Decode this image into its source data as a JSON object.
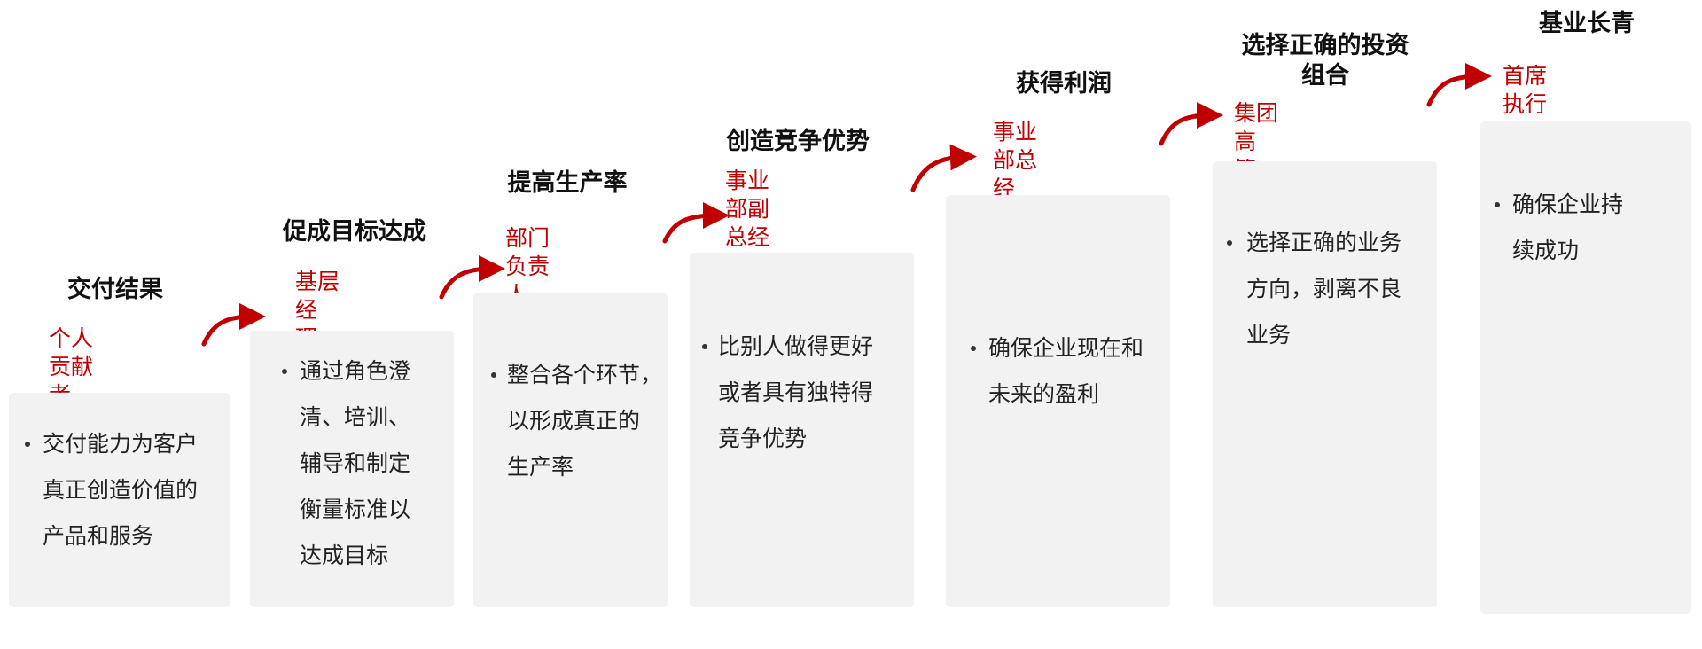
{
  "stages": [
    {
      "title": "交付结果",
      "role": "个人贡献者，\n管理自我",
      "description": "交付能力为客户\n真正创造价值的\n产品和服务"
    },
    {
      "title": "促成目标达成",
      "role": "基层经理，\n管理他人",
      "description": "通过角色澄\n清、培训、\n辅导和制定\n衡量标准以\n达成目标"
    },
    {
      "title": "提高生产率",
      "role": "部门负责人，\n管理经理人员",
      "description": "整合各个环节，\n以形成真正的\n生产率"
    },
    {
      "title": "创造竞争优势",
      "role": "事业部副总经理，\n管理职能部门",
      "description": "比别人做得更好\n或者具有独特得\n竞争优势"
    },
    {
      "title": "获得利润",
      "role": "事业部总经理，\n管理事业部",
      "description": "确保企业现在和\n未来的盈利"
    },
    {
      "title": "选择正确的投资\n组合",
      "role": "集团高管，管理\n业务群组",
      "description": "选择正确的业务\n方向，剥离不良\n业务"
    },
    {
      "title": "基业长青",
      "role": "首席执行官，\n管集团",
      "description": "确保企业持\n续成功"
    }
  ],
  "colors": {
    "accent": "#c00000",
    "box": "#f2f2f2",
    "text": "#222222"
  }
}
